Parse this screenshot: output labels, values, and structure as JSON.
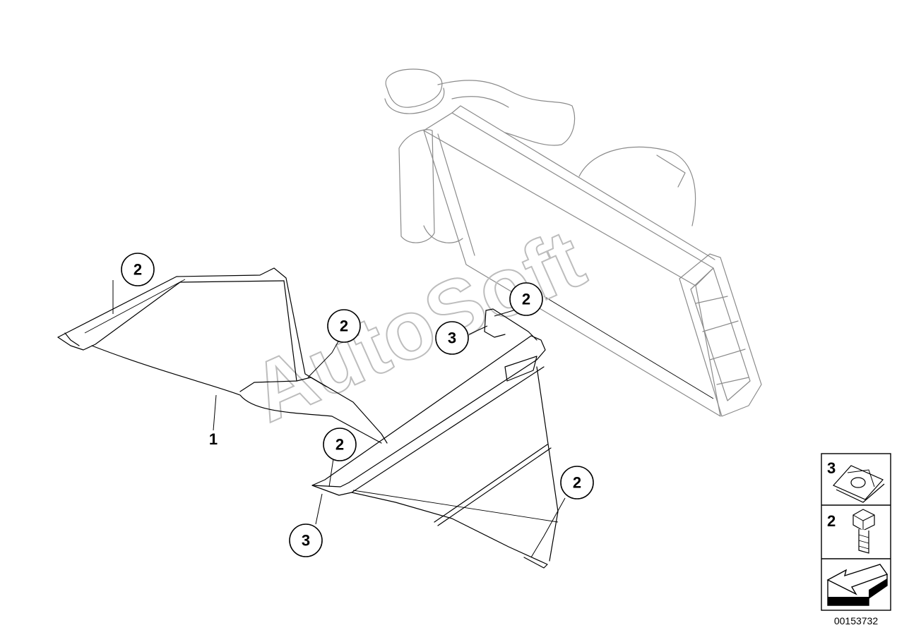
{
  "watermark": "AutoSoft",
  "document_number": "00153732",
  "part_label": "1",
  "callouts": {
    "c1": "2",
    "c2": "2",
    "c3": "3",
    "c4": "2",
    "c5": "2",
    "c6": "3",
    "c7": "2"
  },
  "legend": {
    "row1_number": "3",
    "row2_number": "2"
  }
}
